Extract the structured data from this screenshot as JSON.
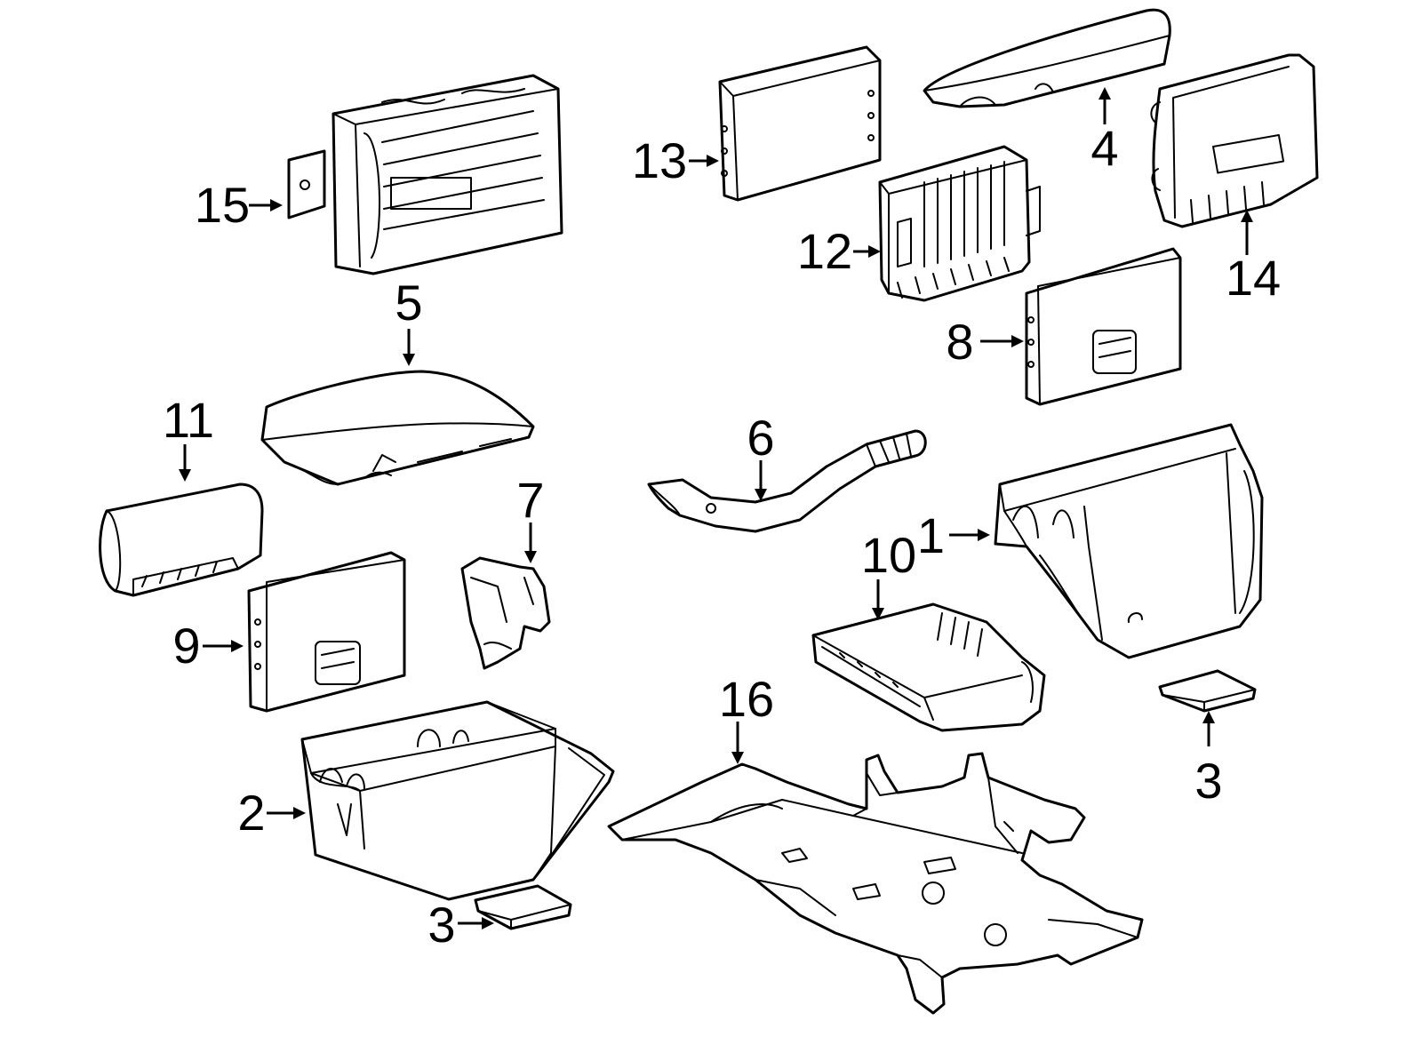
{
  "callouts": [
    {
      "id": "c1",
      "label": "1"
    },
    {
      "id": "c2",
      "label": "2"
    },
    {
      "id": "c3a",
      "label": "3"
    },
    {
      "id": "c3b",
      "label": "3"
    },
    {
      "id": "c4",
      "label": "4"
    },
    {
      "id": "c5",
      "label": "5"
    },
    {
      "id": "c6",
      "label": "6"
    },
    {
      "id": "c7",
      "label": "7"
    },
    {
      "id": "c8",
      "label": "8"
    },
    {
      "id": "c9",
      "label": "9"
    },
    {
      "id": "c10",
      "label": "10"
    },
    {
      "id": "c11",
      "label": "11"
    },
    {
      "id": "c12",
      "label": "12"
    },
    {
      "id": "c13",
      "label": "13"
    },
    {
      "id": "c14",
      "label": "14"
    },
    {
      "id": "c15",
      "label": "15"
    },
    {
      "id": "c16",
      "label": "16"
    }
  ],
  "colors": {
    "line": "#000000",
    "background": "#ffffff"
  }
}
